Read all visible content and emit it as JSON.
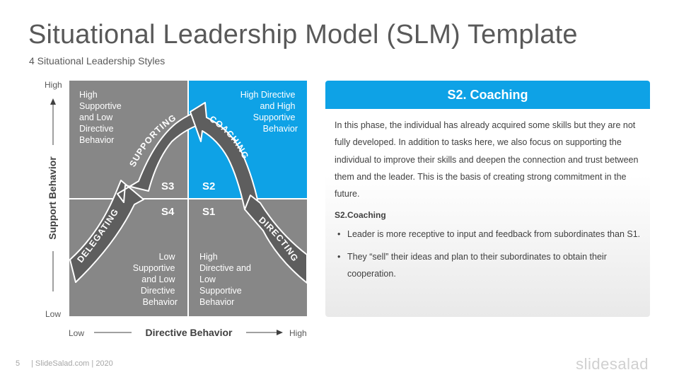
{
  "slide": {
    "title": "Situational Leadership Model (SLM) Template",
    "subtitle": "4 Situational Leadership Styles",
    "page_number": "5",
    "footer_text": "| SlideSalad.com | 2020",
    "logo_text": "slidesalad"
  },
  "diagram": {
    "y_axis": {
      "label": "Support Behavior",
      "high": "High",
      "low": "Low"
    },
    "x_axis": {
      "label": "Directive Behavior",
      "low": "Low",
      "high": "High"
    },
    "quadrants": {
      "top_left": [
        "High",
        "Supportive",
        "and Low",
        "Directive",
        "Behavior"
      ],
      "top_right": [
        "High Directive",
        "and High",
        "Supportive",
        "Behavior"
      ],
      "bottom_left": [
        "Low",
        "Supportive",
        "and Low",
        "Directive",
        "Behavior"
      ],
      "bottom_right": [
        "High",
        "Directive and",
        "Low",
        "Supportive",
        "Behavior"
      ]
    },
    "stages": {
      "s1": "S1",
      "s2": "S2",
      "s3": "S3",
      "s4": "S4"
    },
    "arrows": {
      "delegating": "DELEGATING",
      "supporting": "SUPPORTING",
      "coaching": "COACHING",
      "directing": "DIRECTING"
    },
    "colors": {
      "quadrant_gray": "#878787",
      "highlight_blue": "#0ea2e6",
      "arrow_gray": "#5e5e5e"
    }
  },
  "panel": {
    "header": "S2. Coaching",
    "paragraph": "In this phase, the individual has already acquired some skills but they are not fully developed. In addition to tasks here, we also focus on supporting the individual to improve their skills and deepen the connection and trust between them and the leader. This is the basis of creating strong commitment in the future.",
    "subheading": "S2.Coaching",
    "bullets": [
      "Leader is more receptive to input and feedback from subordinates than S1.",
      "They “sell” their ideas and plan to their subordinates to obtain their cooperation."
    ]
  }
}
